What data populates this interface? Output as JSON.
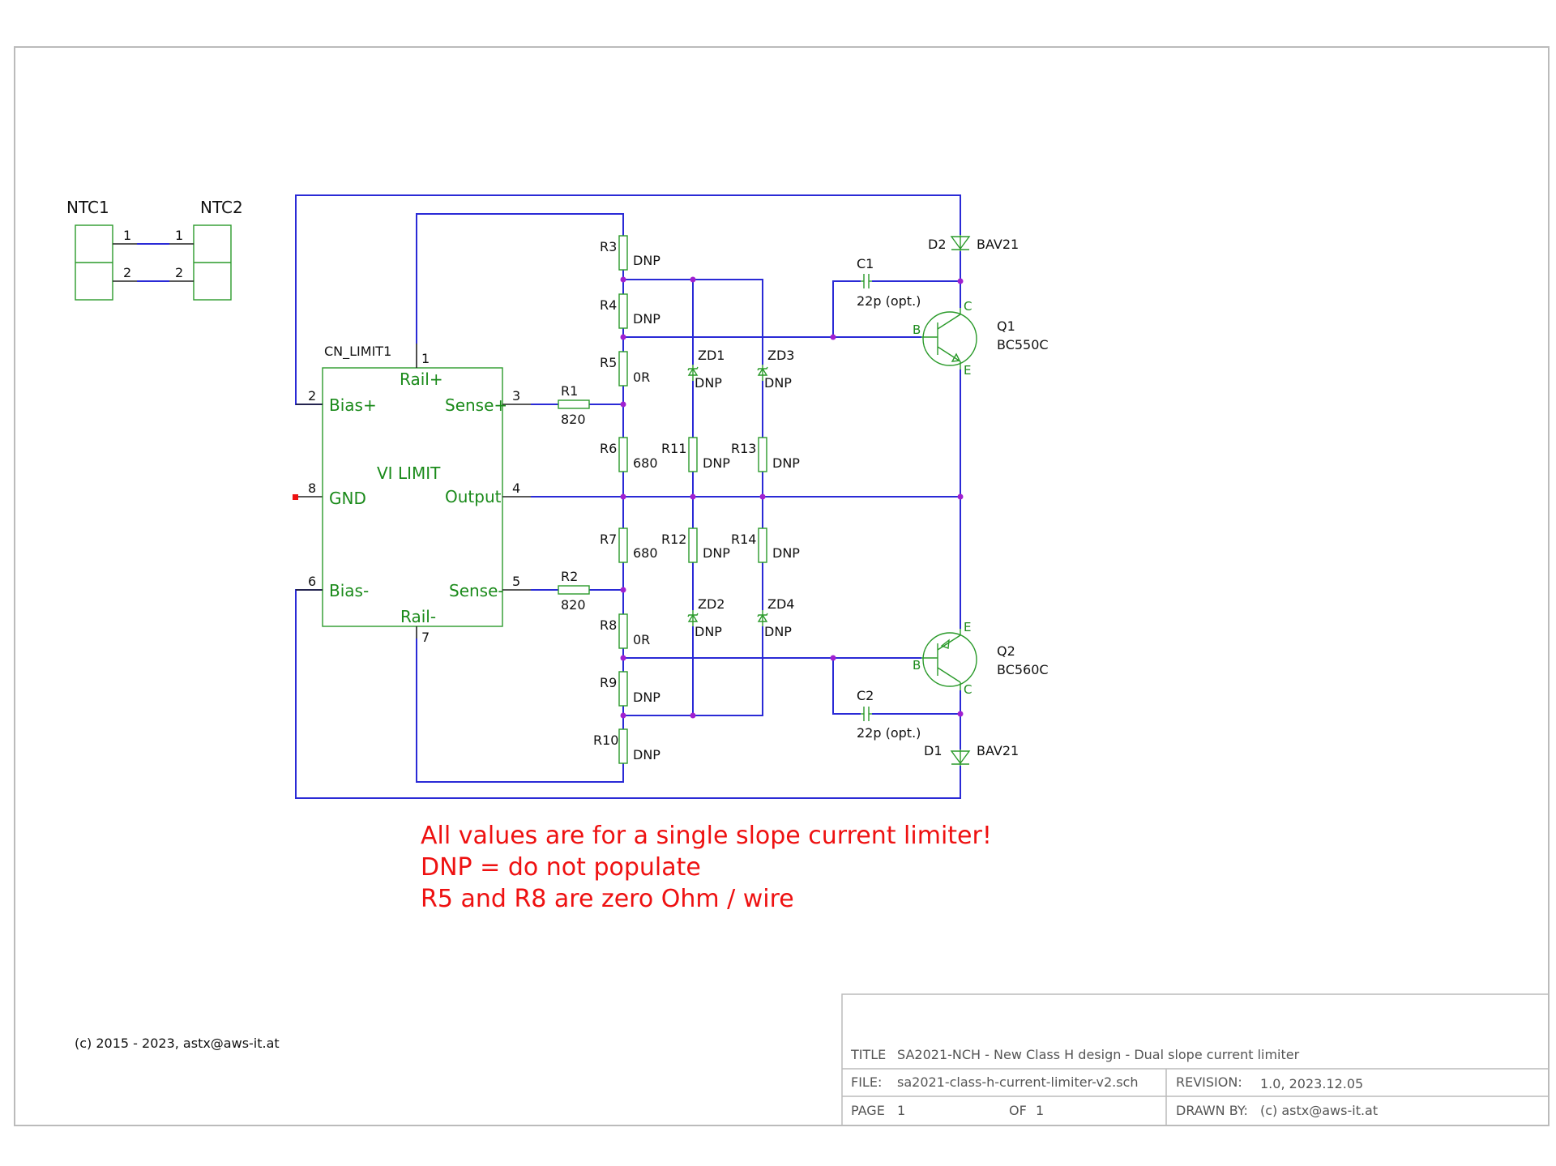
{
  "components": {
    "ntc1": {
      "ref": "NTC1",
      "pins": [
        "1",
        "2"
      ]
    },
    "ntc2": {
      "ref": "NTC2",
      "pins": [
        "1",
        "2"
      ]
    },
    "cn_limit": {
      "ref": "CN_LIMIT1",
      "value": "VI LIMIT",
      "pins": {
        "rail_plus": {
          "num": "1",
          "name": "Rail+"
        },
        "bias_plus": {
          "num": "2",
          "name": "Bias+"
        },
        "sense_plus": {
          "num": "3",
          "name": "Sense+"
        },
        "output": {
          "num": "4",
          "name": "Output"
        },
        "sense_minus": {
          "num": "5",
          "name": "Sense-"
        },
        "bias_minus": {
          "num": "6",
          "name": "Bias-"
        },
        "rail_minus": {
          "num": "7",
          "name": "Rail-"
        },
        "gnd": {
          "num": "8",
          "name": "GND"
        }
      }
    },
    "r1": {
      "ref": "R1",
      "value": "820"
    },
    "r2": {
      "ref": "R2",
      "value": "820"
    },
    "r3": {
      "ref": "R3",
      "value": "DNP"
    },
    "r4": {
      "ref": "R4",
      "value": "DNP"
    },
    "r5": {
      "ref": "R5",
      "value": "0R"
    },
    "r6": {
      "ref": "R6",
      "value": "680"
    },
    "r7": {
      "ref": "R7",
      "value": "680"
    },
    "r8": {
      "ref": "R8",
      "value": "0R"
    },
    "r9": {
      "ref": "R9",
      "value": "DNP"
    },
    "r10": {
      "ref": "R10",
      "value": "DNP"
    },
    "r11": {
      "ref": "R11",
      "value": "DNP"
    },
    "r12": {
      "ref": "R12",
      "value": "DNP"
    },
    "r13": {
      "ref": "R13",
      "value": "DNP"
    },
    "r14": {
      "ref": "R14",
      "value": "DNP"
    },
    "zd1": {
      "ref": "ZD1",
      "value": "DNP"
    },
    "zd2": {
      "ref": "ZD2",
      "value": "DNP"
    },
    "zd3": {
      "ref": "ZD3",
      "value": "DNP"
    },
    "zd4": {
      "ref": "ZD4",
      "value": "DNP"
    },
    "c1": {
      "ref": "C1",
      "value": "22p (opt.)"
    },
    "c2": {
      "ref": "C2",
      "value": "22p (opt.)"
    },
    "d1": {
      "ref": "D1",
      "value": "BAV21"
    },
    "d2": {
      "ref": "D2",
      "value": "BAV21"
    },
    "q1": {
      "ref": "Q1",
      "value": "BC550C",
      "pin_b": "B",
      "pin_c": "C",
      "pin_e": "E"
    },
    "q2": {
      "ref": "Q2",
      "value": "BC560C",
      "pin_b": "B",
      "pin_c": "C",
      "pin_e": "E"
    }
  },
  "notes": [
    "All values are for a single slope current limiter!",
    "DNP = do not populate",
    "R5 and R8 are zero Ohm / wire"
  ],
  "copyright": "(c) 2015 - 2023, astx@aws-it.at",
  "title_block": {
    "title_label": "TITLE",
    "title": "SA2021-NCH - New Class H design - Dual slope current limiter",
    "file_label": "FILE:",
    "file": "sa2021-class-h-current-limiter-v2.sch",
    "revision_label": "REVISION:",
    "revision": "1.0, 2023.12.05",
    "page_label": "PAGE",
    "page": "1",
    "of_label": "OF",
    "of": "1",
    "drawn_by_label": "DRAWN BY:",
    "drawn_by": "(c) astx@aws-it.at"
  },
  "colors": {
    "wire": "#2a2ad6",
    "part": "#2a9a2a",
    "pin_name": "#1a8a1a",
    "junction": "#a020d0",
    "note": "#ee1111",
    "border": "#bbbbbb"
  }
}
